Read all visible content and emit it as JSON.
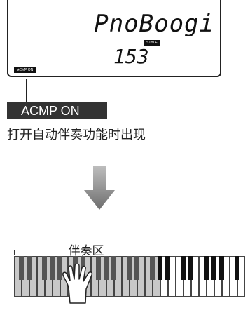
{
  "lcd": {
    "style_name": "PnoBoogi",
    "style_badge": "STYLE",
    "style_number": "153",
    "acmp_indicator": "ACMP ON"
  },
  "callout": {
    "label": "ACMP ON",
    "caption": "打开自动伴奏功能时出现"
  },
  "keyboard": {
    "range_label": "伴奏区"
  }
}
